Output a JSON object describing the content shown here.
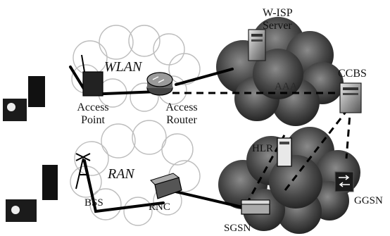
{
  "labels": {
    "wlan": "WLAN",
    "ran": "RAN",
    "w_isp_server_line1": "W-ISP",
    "w_isp_server_line2": "Server",
    "ccbs": "CCBS",
    "access_point_line1": "Access",
    "access_point_line2": "Point",
    "access_router_line1": "Access",
    "access_router_line2": "Router",
    "hlr": "HLR",
    "bss": "BSS",
    "rnc": "RNC",
    "sgsn": "SGSN",
    "ggsn": "GGSN",
    "aaa": "AAA"
  }
}
